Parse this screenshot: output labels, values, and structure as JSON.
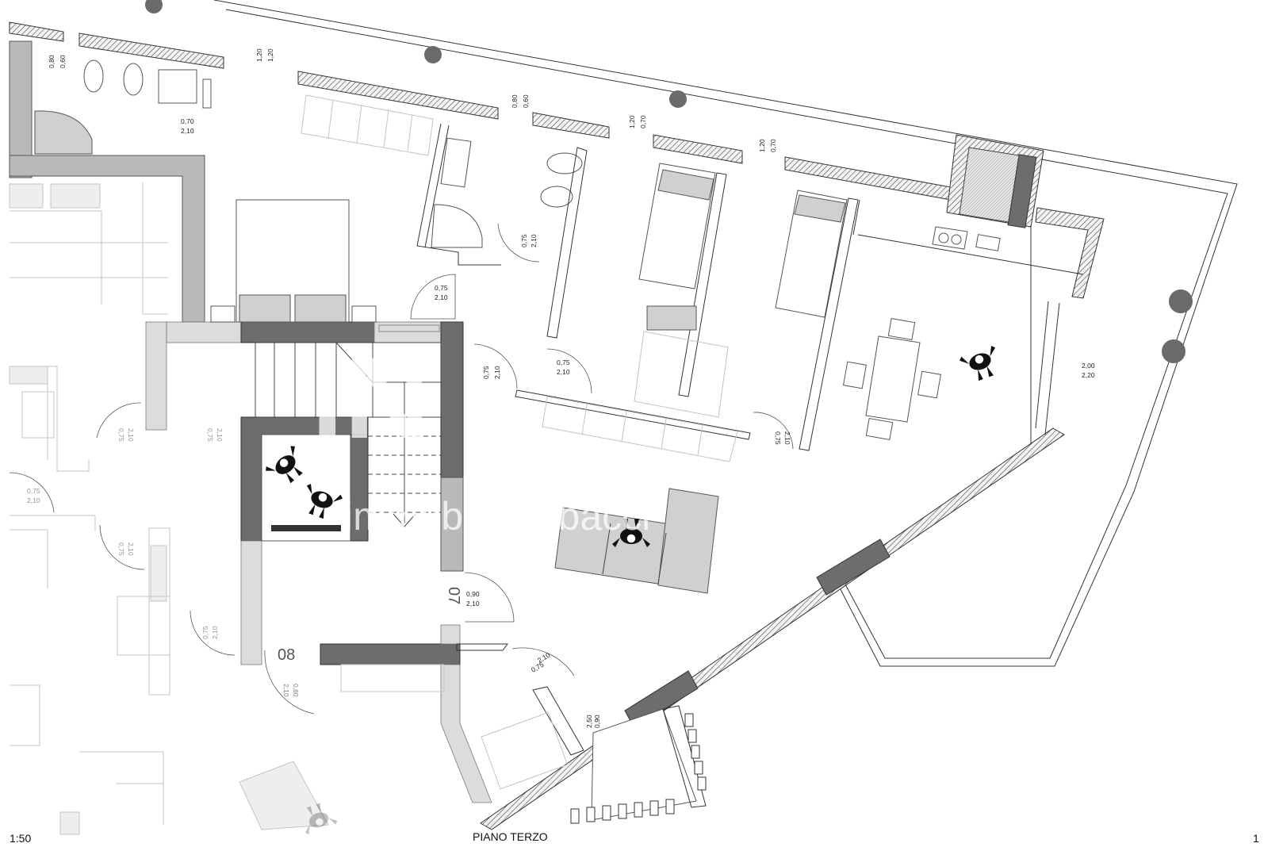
{
  "plan": {
    "scale_label": "1:50",
    "floor_label": "PIANO TERZO",
    "page_mark": "1",
    "watermark": {
      "logo_text": "iN",
      "tagline": "immobiliare bacci"
    },
    "room_numbers": [
      "07",
      "08"
    ],
    "dimension_labels": [
      "0,80",
      "0,60",
      "1,20",
      "1,20",
      "0,70",
      "2,10",
      "0,80",
      "0,60",
      "1,20",
      "0,70",
      "1,20",
      "0,70",
      "0,75",
      "2,10",
      "0,75",
      "2,10",
      "0,75",
      "2,10",
      "0,75",
      "2,10",
      "0,75",
      "2,10",
      "2,00",
      "2,20",
      "0,75",
      "2,10",
      "0,75",
      "2,10",
      "0,75",
      "2,10",
      "0,90",
      "2,10",
      "0,75",
      "2,10",
      "0,80",
      "2,10",
      "0,75",
      "2,10",
      "2,10",
      "0,75",
      "0,90",
      "2,50"
    ],
    "colors": {
      "wall_dark": "#6d6d6d",
      "wall_mid": "#b9b9b9",
      "insulation_hatch": "#333333",
      "figure": "#111111"
    },
    "icons": [
      "person-figure-icon",
      "tree-dot-icon",
      "stair-arrow-icon"
    ]
  }
}
